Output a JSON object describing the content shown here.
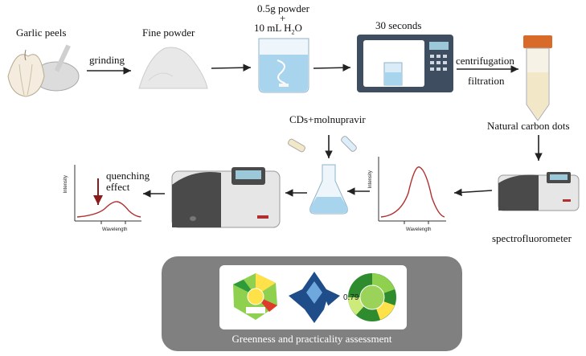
{
  "labels": {
    "garlic_peels": "Garlic peels",
    "grinding": "grinding",
    "fine_powder": "Fine powder",
    "powder_amount": "0.5g powder",
    "plus": "+",
    "water_amount": "10 mL H",
    "water_sub": "2",
    "water_end": "O",
    "thirty_seconds": "30 seconds",
    "centrifugation": "centrifugation",
    "filtration": "filtration",
    "natural_carbon_dots": "Natural carbon dots",
    "cds_molnupiravir": "CDs+molnupravir",
    "quenching": "quenching",
    "effect": "effect",
    "spectrofluorometer": "spectrofluorometer",
    "greenness": "Greenness and practicality assessment",
    "intensity": "Intensity",
    "wavelength": "Wavelength",
    "score": "0.79"
  },
  "colors": {
    "arrow": "#222222",
    "quench_arrow": "#8b1a1a",
    "peak_curve": "#b03030",
    "panel_gray": "#808080",
    "instrument_body": "#e6e6e6",
    "instrument_dark": "#4a4a4a",
    "beaker_water": "#a8d4ee",
    "microwave": "#3e4d5f",
    "tube_cap": "#d86a2a"
  },
  "icons": [
    "garlic-icon",
    "powder-pile-icon",
    "beaker-icon",
    "microwave-icon",
    "centrifuge-tube-icon",
    "spectrofluorometer-icon",
    "flask-icon",
    "vial-icon",
    "agree-pictogram-icon",
    "complex-gapi-icon",
    "bagi-pictogram-icon"
  ]
}
